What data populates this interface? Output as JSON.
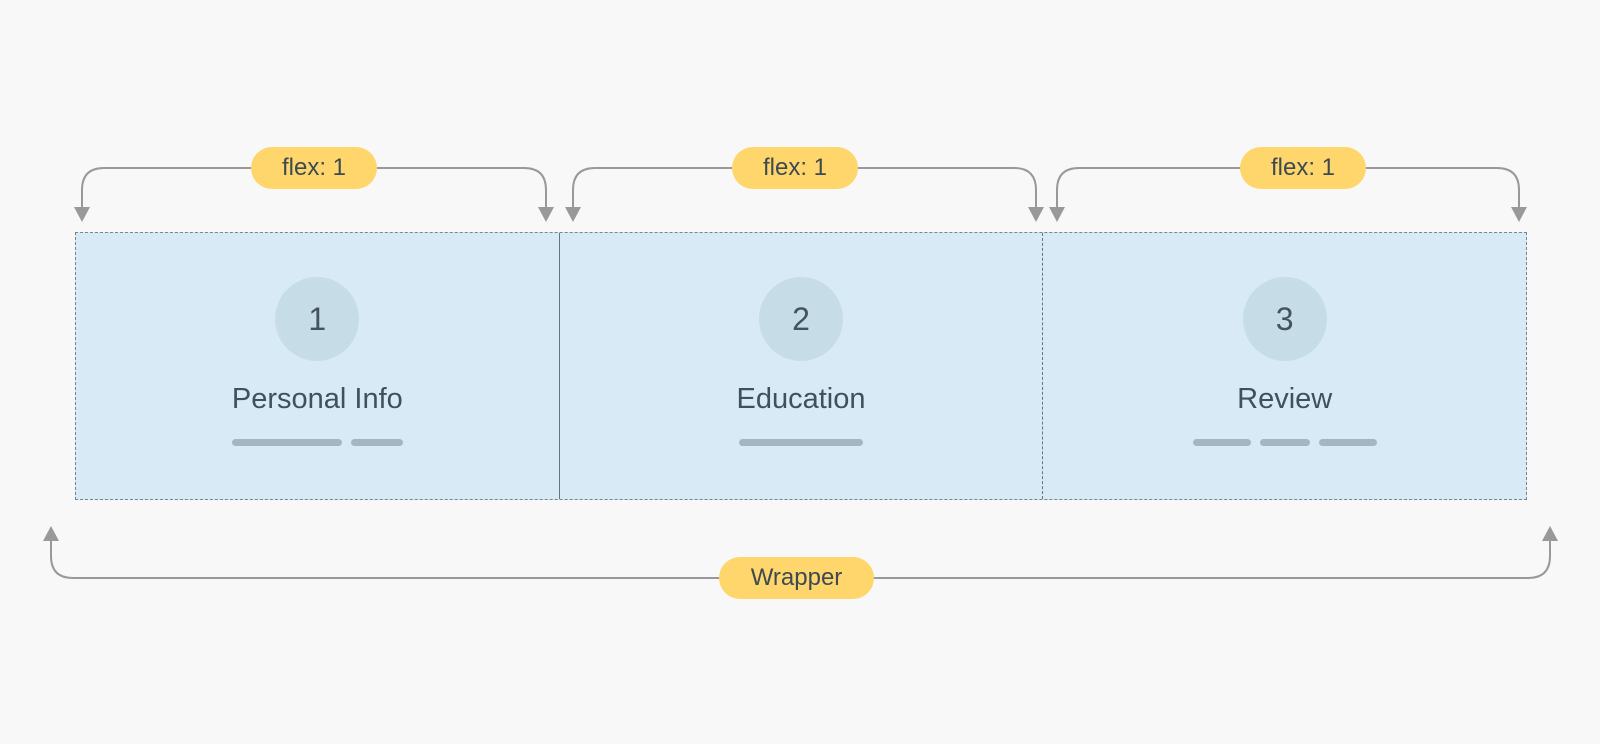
{
  "tags": {
    "flex_label": "flex: 1",
    "wrapper_label": "Wrapper"
  },
  "steps": [
    {
      "number": "1",
      "label": "Personal Info"
    },
    {
      "number": "2",
      "label": "Education"
    },
    {
      "number": "3",
      "label": "Review"
    }
  ],
  "colors": {
    "background": "#f8f8f8",
    "step_fill": "#d8eaf5",
    "circle_fill": "#c6dce6",
    "tag_fill": "#ffd66b",
    "connector": "#999999"
  }
}
